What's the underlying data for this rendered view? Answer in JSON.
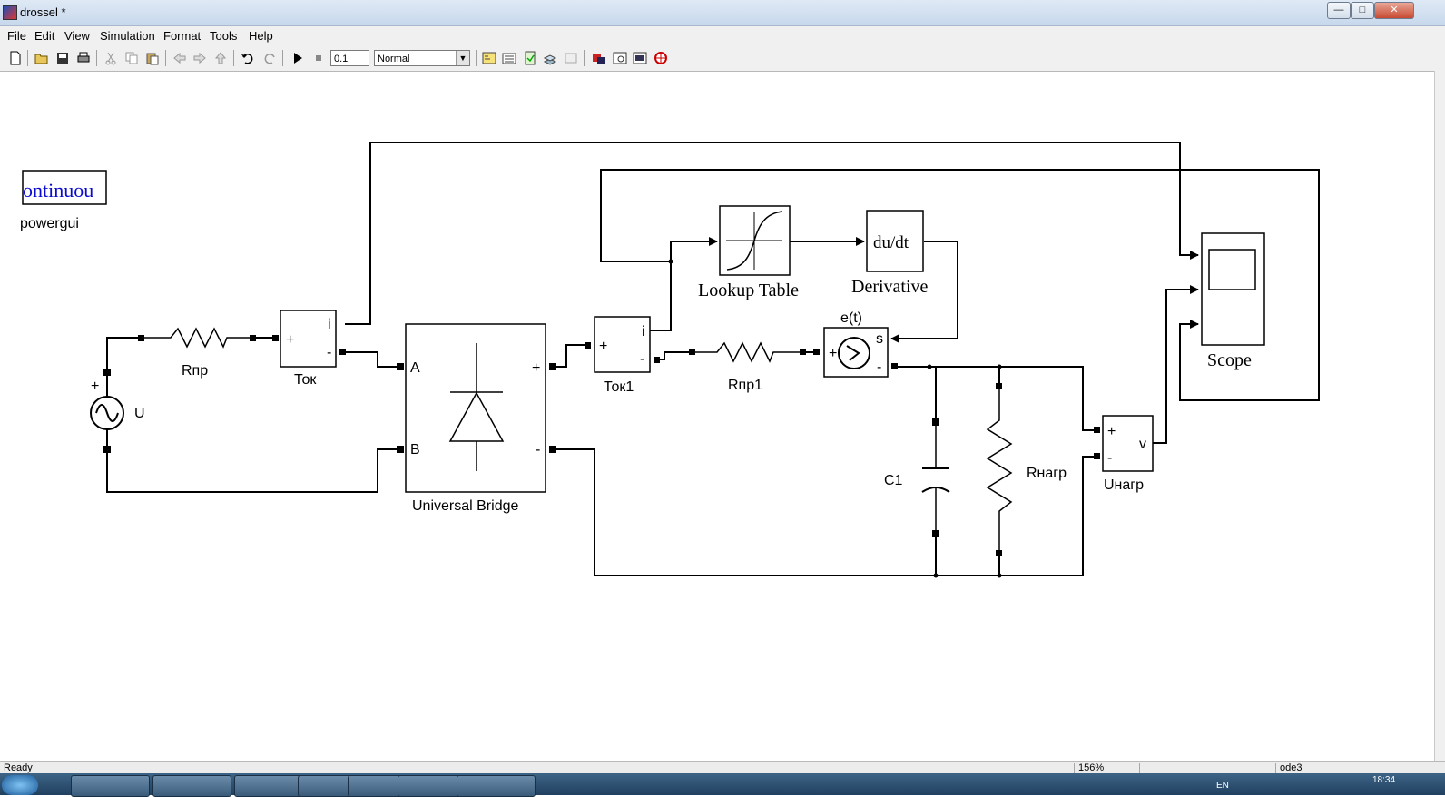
{
  "window": {
    "title": "drossel *"
  },
  "menu": [
    "File",
    "Edit",
    "View",
    "Simulation",
    "Format",
    "Tools",
    "Help"
  ],
  "toolbar": {
    "stop_time": "0.1",
    "sim_mode": "Normal"
  },
  "icons": [
    "new-icon",
    "open-icon",
    "save-icon",
    "print-icon",
    "cut-icon",
    "copy-icon",
    "paste-icon",
    "back-icon",
    "forward-icon",
    "up-icon",
    "undo-icon",
    "redo-icon",
    "start-icon",
    "stop-icon",
    "library-browser-icon",
    "model-explorer-icon",
    "debug-icon",
    "build-icon",
    "update-icon"
  ],
  "diagram": {
    "powergui": {
      "box": "ontinuou",
      "label": "powergui"
    },
    "U": {
      "label": "U",
      "plus": "+"
    },
    "Rpr": {
      "label": "Rпр"
    },
    "Tok": {
      "label": "Ток",
      "plus": "+",
      "minus": "-",
      "port": "i"
    },
    "bridge": {
      "label": "Universal Bridge",
      "A": "A",
      "B": "B",
      "plus": "+",
      "minus": "-"
    },
    "Tok1": {
      "label": "Ток1",
      "plus": "+",
      "minus": "-",
      "port": "i"
    },
    "Rpr1": {
      "label": "Rпр1"
    },
    "lookup": {
      "label": "Lookup Table"
    },
    "derivative": {
      "label": "Derivative",
      "text": "du/dt"
    },
    "et": {
      "label": "e(t)",
      "plus": "+",
      "minus": "-",
      "port": "s"
    },
    "C1": {
      "label": "C1"
    },
    "Rnagr": {
      "label": "Rнагр"
    },
    "Unagr": {
      "label": "Uнагр",
      "plus": "+",
      "minus": "-",
      "port": "v"
    },
    "scope": {
      "label": "Scope"
    }
  },
  "status": {
    "ready": "Ready",
    "zoom": "156%",
    "solver": "ode3"
  },
  "taskbar": {
    "lang": "EN",
    "clock": "18:34"
  }
}
